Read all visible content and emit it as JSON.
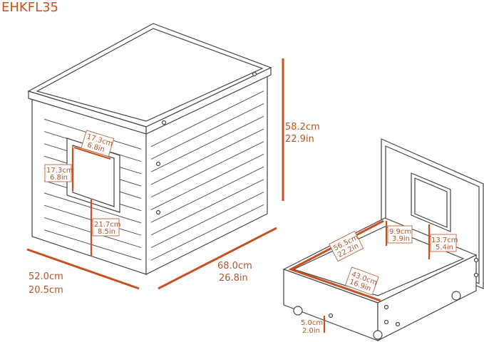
{
  "title": "EHKFL35",
  "accent_color": "#c8501e",
  "house": {
    "height": {
      "cm": "58.2cm",
      "in": "22.9in"
    },
    "depth": {
      "cm": "52.0cm",
      "in": "20.5cm"
    },
    "width": {
      "cm": "68.0cm",
      "in": "26.8in"
    },
    "door_width": {
      "cm": "17.3cm",
      "in": "6.8in"
    },
    "door_height": {
      "cm": "17.3cm",
      "in": "6.8in"
    },
    "door_from_floor": {
      "cm": "21.7cm",
      "in": "8.5in"
    }
  },
  "drawer": {
    "length": {
      "cm": "56.5cm",
      "in": "22.2in"
    },
    "width": {
      "cm": "43.0cm",
      "in": "16.9in"
    },
    "side_height": {
      "cm": "9.9cm",
      "in": "3.9in"
    },
    "door_sill": {
      "cm": "13.7cm",
      "in": "5.4in"
    },
    "clearance": {
      "cm": "5.0cm",
      "in": "2.0in"
    }
  }
}
